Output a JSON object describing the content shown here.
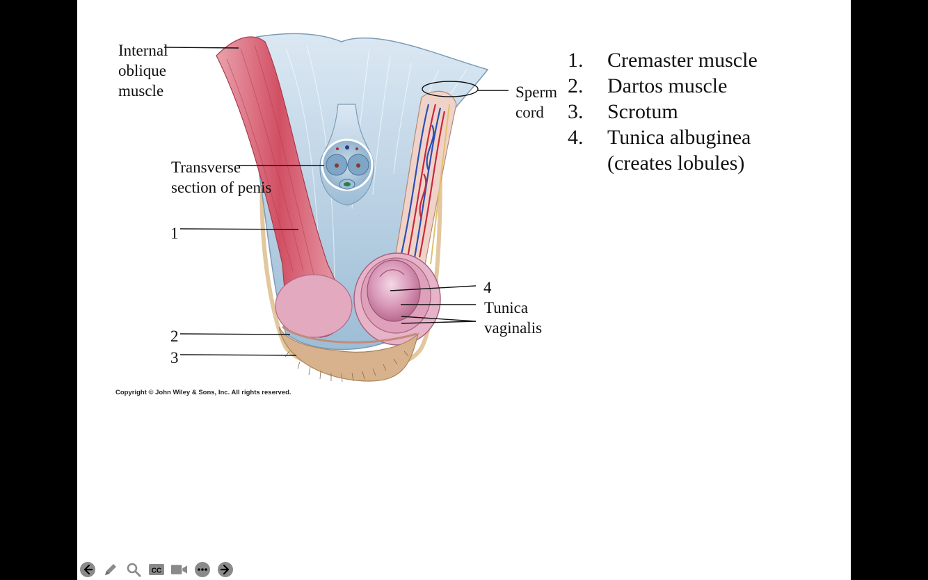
{
  "labels": {
    "internal_oblique": [
      "Internal",
      "oblique",
      "muscle"
    ],
    "transverse": [
      "Transverse",
      "section of penis"
    ],
    "sperm_cord": [
      "Sperm",
      "cord"
    ],
    "tunica_vaginalis": [
      "Tunica",
      "vaginalis"
    ],
    "num1": "1",
    "num2": "2",
    "num3": "3",
    "num4": "4"
  },
  "legend": [
    {
      "num": "1.",
      "text": "Cremaster muscle"
    },
    {
      "num": "2.",
      "text": "Dartos muscle"
    },
    {
      "num": "3.",
      "text": "Scrotum"
    },
    {
      "num": "4.",
      "text": "Tunica albuginea"
    },
    {
      "num": "",
      "text": "(creates lobules)"
    }
  ],
  "copyright": "Copyright © John Wiley & Sons, Inc. All rights reserved.",
  "toolbar": {
    "icons": [
      "back-arrow-icon",
      "pen-icon",
      "magnifier-icon",
      "closed-captions-icon",
      "video-camera-icon",
      "more-icon",
      "forward-arrow-icon"
    ],
    "cc_text": "CC"
  },
  "colors": {
    "background": "#000000",
    "slide": "#ffffff",
    "muscle": "#d9576a",
    "fascia": "#a9c6dd",
    "testis": "#d79ab6",
    "skin": "#d6b48c",
    "toolbar_icon": "#8a8a8a"
  }
}
